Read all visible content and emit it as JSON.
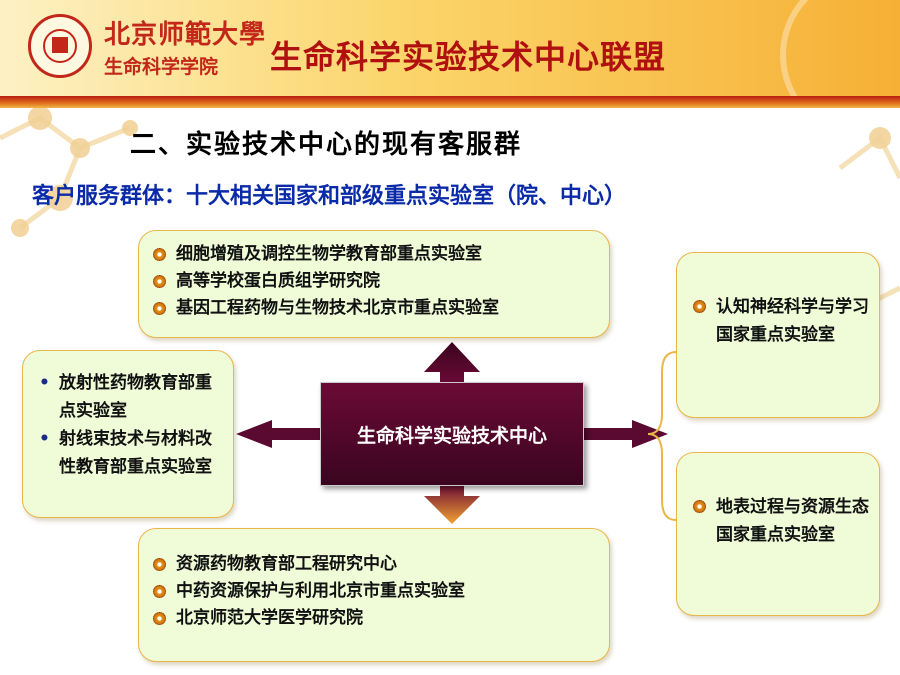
{
  "header": {
    "school_name": "北京师範大學",
    "college_name": "生命科学学院",
    "title": "生命科学实验技术中心联盟"
  },
  "section_title": "二、实验技术中心的现有客服群",
  "subtitle": "客户服务群体：十大相关国家和部级重点实验室（院、中心）",
  "center_label": "生命科学实验技术中心",
  "top_box": {
    "items": [
      "细胞增殖及调控生物学教育部重点实验室",
      "高等学校蛋白质组学研究院",
      "基因工程药物与生物技术北京市重点实验室"
    ]
  },
  "bottom_box": {
    "items": [
      "资源药物教育部工程研究中心",
      "中药资源保护与利用北京市重点实验室",
      "北京师范大学医学研究院"
    ]
  },
  "left_box": {
    "items": [
      "放射性药物教育部重点实验室",
      "射线束技术与材料改性教育部重点实验室"
    ]
  },
  "right_box_1": {
    "item": "认知神经科学与学习国家重点实验室"
  },
  "right_box_2": {
    "item": "地表过程与资源生态国家重点实验室"
  },
  "colors": {
    "title_red": "#b01010",
    "subtitle_blue": "#0a2aa8",
    "box_fill": "#f0fbd8",
    "box_border": "#e8b64a",
    "center_fill": "#5a0a30"
  }
}
